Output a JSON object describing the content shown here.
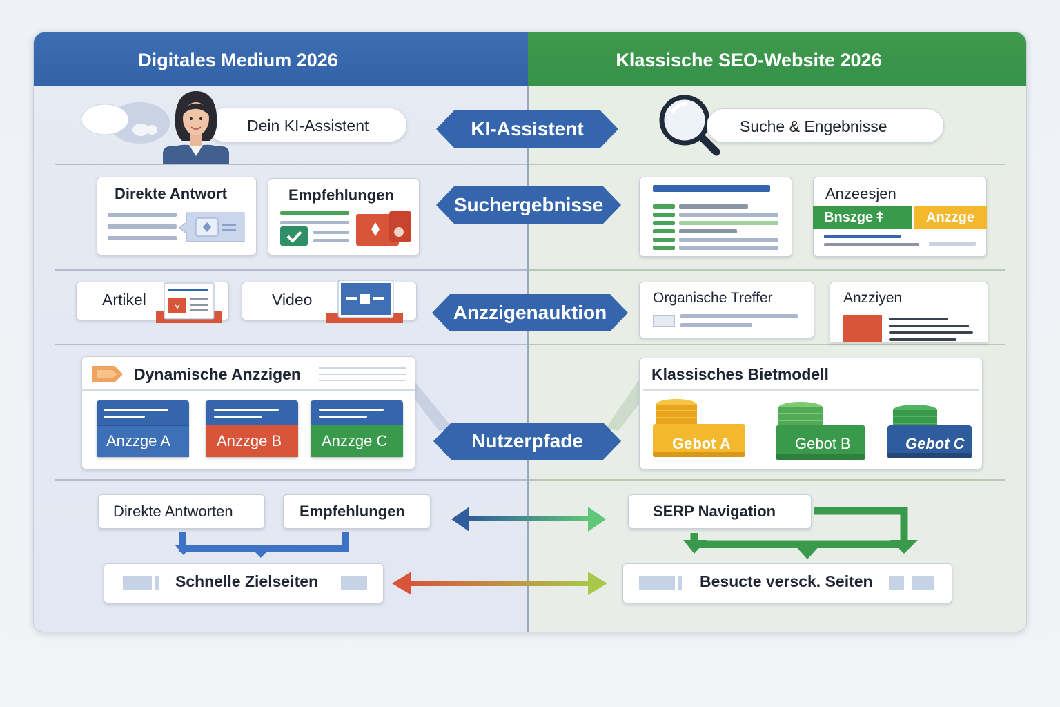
{
  "columns": {
    "left_title": "Digitales Medium 2026",
    "right_title": "Klassische SEO-Website 2026"
  },
  "center_labels": [
    "KI-Assistent",
    "Suchergebnisse",
    "Anzzigenauktion",
    "Nutzerpfade"
  ],
  "row1": {
    "left_pill": "Dein KI-Assistent",
    "right_pill": "Suche & Engebnisse"
  },
  "row2": {
    "left_card1": "Direkte Antwort",
    "left_card2": "Empfehlungen",
    "right_card2_title": "Anzeesjen",
    "right_ad1": "Bnszge",
    "right_ad2": "Anzzge"
  },
  "row3": {
    "left_card1": "Artikel",
    "left_card2": "Video",
    "right_card1": "Organische Treffer",
    "right_card2": "Anzziyen"
  },
  "row4": {
    "left_title": "Dynamische Anzzigen",
    "left_ads": [
      "Anzzge A",
      "Anzzge B",
      "Anzzge C"
    ],
    "right_title": "Klassisches Bietmodell",
    "right_bids": [
      "Gebot A",
      "Gebot B",
      "Gebot C"
    ]
  },
  "row5": {
    "left_btn1": "Direkte Antworten",
    "left_btn2": "Empfehlungen",
    "left_result": "Schnelle Zielseiten",
    "right_btn": "SERP Navigation",
    "right_result": "Besucte versck. Seiten"
  },
  "colors": {
    "blue": "#3566ad",
    "green": "#3a9a4c",
    "red": "#d9553a",
    "yellow": "#f4b82e"
  },
  "icons": [
    "person-avatar-icon",
    "speech-bubble-icon",
    "magnifier-icon",
    "tag-icon",
    "coin-stack-icon",
    "double-arrow-icon"
  ]
}
